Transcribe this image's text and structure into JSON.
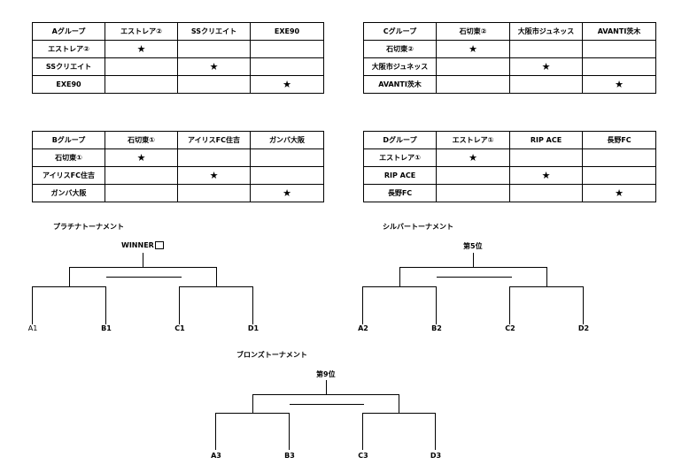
{
  "groups": [
    {
      "header": "Aグループ",
      "teams": [
        "エストレア②",
        "SSクリエイト",
        "EXE90"
      ]
    },
    {
      "header": "Cグループ",
      "teams": [
        "石切東②",
        "大阪市ジュネッス",
        "AVANTI茨木"
      ]
    },
    {
      "header": "Bグループ",
      "teams": [
        "石切東①",
        "アイリスFC住吉",
        "ガンバ大阪"
      ]
    },
    {
      "header": "Dグループ",
      "teams": [
        "エストレア①",
        "RIP ACE",
        "長野FC"
      ]
    }
  ],
  "star": "★",
  "tournaments": {
    "platinum": {
      "title": "プラチナトーナメント",
      "winner": "WINNER",
      "winner_icon": "trophy-icon",
      "slots": [
        "A1",
        "B1",
        "C1",
        "D1"
      ]
    },
    "silver": {
      "title": "シルバートーナメント",
      "winner": "第5位",
      "slots": [
        "A2",
        "B2",
        "C2",
        "D2"
      ]
    },
    "bronze": {
      "title": "ブロンズトーナメント",
      "winner": "第9位",
      "slots": [
        "A3",
        "B3",
        "C3",
        "D3"
      ]
    }
  }
}
